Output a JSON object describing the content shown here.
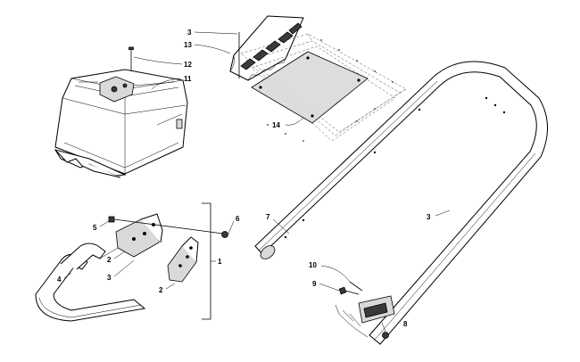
{
  "callouts": [
    {
      "id": "c1",
      "label": "1"
    },
    {
      "id": "c2a",
      "label": "2"
    },
    {
      "id": "c2b",
      "label": "2"
    },
    {
      "id": "c3a",
      "label": "3"
    },
    {
      "id": "c3b",
      "label": "3"
    },
    {
      "id": "c3c",
      "label": "3"
    },
    {
      "id": "c4",
      "label": "4"
    },
    {
      "id": "c5",
      "label": "5"
    },
    {
      "id": "c6",
      "label": "6"
    },
    {
      "id": "c7",
      "label": "7"
    },
    {
      "id": "c8",
      "label": "8"
    },
    {
      "id": "c9",
      "label": "9"
    },
    {
      "id": "c10",
      "label": "10"
    },
    {
      "id": "c11",
      "label": "11"
    },
    {
      "id": "c12",
      "label": "12"
    },
    {
      "id": "c13",
      "label": "13"
    },
    {
      "id": "c14",
      "label": "14"
    }
  ]
}
